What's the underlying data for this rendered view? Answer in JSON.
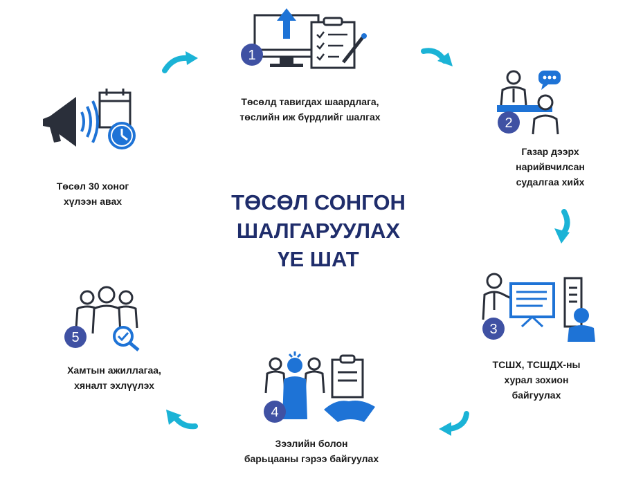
{
  "title": {
    "line1": "ТӨСӨЛ СОНГОН",
    "line2": "ШАЛГАРУУЛАХ",
    "line3": "ҮЕ ШАТ"
  },
  "stages": {
    "step1": {
      "number": "1",
      "line1": "Төсөлд тавигдах шаардлага,",
      "line2": "төслийн иж бүрдлийг шалгах"
    },
    "step2": {
      "number": "2",
      "line1": "Газар дээрх",
      "line2": "нарийвчилсан",
      "line3": "судалгаа хийх"
    },
    "step3": {
      "number": "3",
      "line1": "ТСШХ, ТСШДХ-ны",
      "line2": "хурал зохион",
      "line3": "байгуулах"
    },
    "step4": {
      "number": "4",
      "line1": "Зээлийн болон",
      "line2": "барьцааны гэрээ байгуулах"
    },
    "step5": {
      "number": "5",
      "line1": "Хамтын ажиллагаа,",
      "line2": "хяналт эхлүүлэх"
    },
    "announce": {
      "line1": "Төсөл 30 хоног",
      "line2": "хүлээн авах"
    }
  },
  "colors": {
    "title": "#1f2d6b",
    "badge": "#3f51a3",
    "icon_dark": "#2a2f3a",
    "icon_blue": "#1e73d6",
    "arrow": "#1bb3d6"
  }
}
